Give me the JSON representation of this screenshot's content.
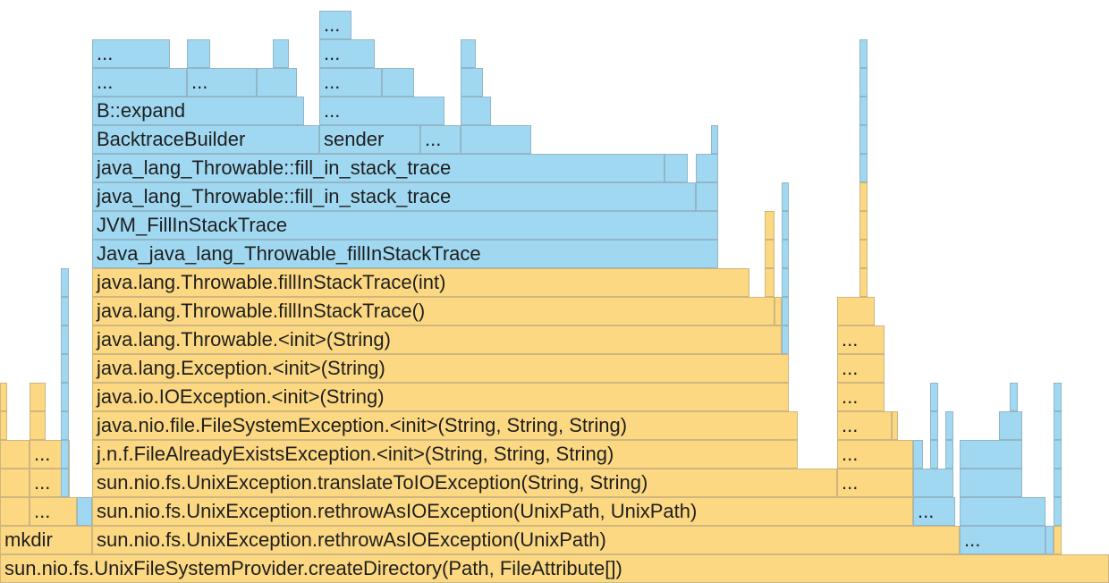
{
  "colors": {
    "java": "#fcd882",
    "native": "#a0d8f2"
  },
  "frames": {
    "create_directory": "sun.nio.fs.UnixFileSystemProvider.createDirectory(Path, FileAttribute[])",
    "mkdir": "mkdir",
    "rethrow_unixpath": "sun.nio.fs.UnixException.rethrowAsIOException(UnixPath)",
    "rethrow_two": "sun.nio.fs.UnixException.rethrowAsIOException(UnixPath, UnixPath)",
    "translate": "sun.nio.fs.UnixException.translateToIOException(String, String)",
    "faee_init": "j.n.f.FileAlreadyExistsException.<init>(String, String, String)",
    "fse_init": "java.nio.file.FileSystemException.<init>(String, String, String)",
    "ioe_init": "java.io.IOException.<init>(String)",
    "exc_init": "java.lang.Exception.<init>(String)",
    "thr_init": "java.lang.Throwable.<init>(String)",
    "fill_noarg": "java.lang.Throwable.fillInStackTrace()",
    "fill_int": "java.lang.Throwable.fillInStackTrace(int)",
    "jni_fill": "Java_java_lang_Throwable_fillInStackTrace",
    "jvm_fill": "JVM_FillInStackTrace",
    "fill_in_stack_trace": "java_lang_Throwable::fill_in_stack_trace",
    "backtrace_builder": "BacktraceBuilder",
    "sender": "sender",
    "expand": "B::expand",
    "ellipsis": "..."
  }
}
